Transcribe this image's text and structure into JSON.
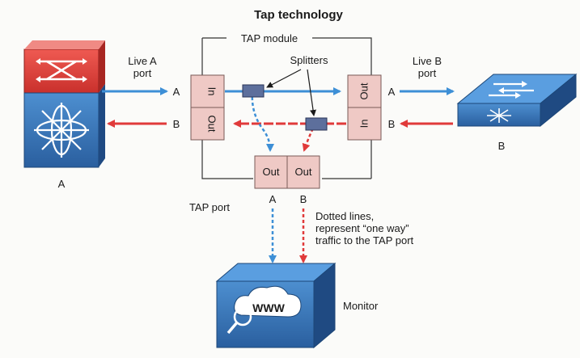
{
  "title": "Tap technology",
  "module": {
    "label": "TAP module",
    "splitters_label": "Splitters"
  },
  "ports": {
    "in": "In",
    "out": "Out",
    "tap_out_a": "Out",
    "tap_out_b": "Out"
  },
  "labels": {
    "live_a_line1": "Live A",
    "live_a_line2": "port",
    "live_b_line1": "Live B",
    "live_b_line2": "port",
    "letter_a": "A",
    "letter_b": "B",
    "device_a": "A",
    "device_b": "B",
    "tap_port": "TAP port",
    "tap_a": "A",
    "tap_b": "B",
    "note_line1": "Dotted lines,",
    "note_line2": "represent “one way”",
    "note_line3": "traffic to the TAP port",
    "monitor": "Monitor",
    "www": "WWW"
  },
  "colors": {
    "blue_arrow": "#3d8fd6",
    "red_arrow": "#e03a3a",
    "port_fill": "#efc9c5",
    "device_blue": "#2f6fb0",
    "device_red": "#e8413c"
  },
  "icons": {
    "device_a": "router-switch-icon",
    "device_b": "switch-icon",
    "monitor": "monitor-www-icon"
  }
}
